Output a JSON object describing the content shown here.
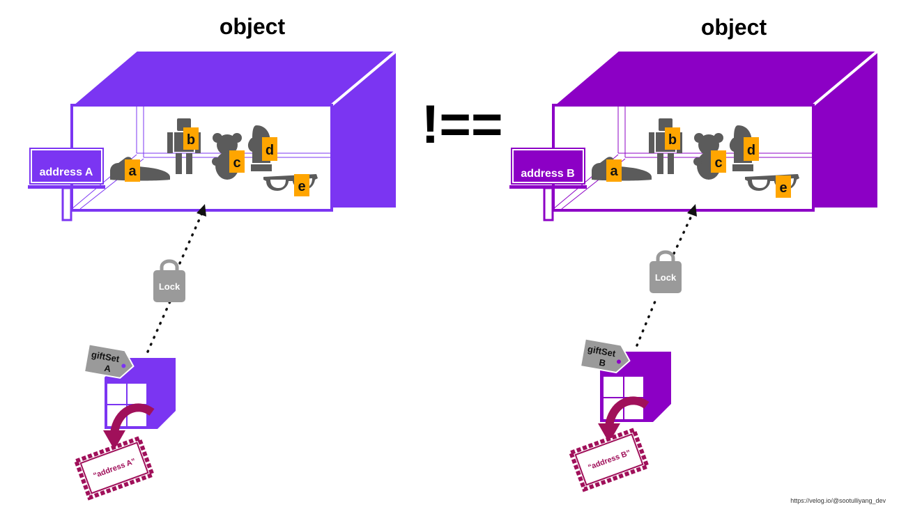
{
  "left": {
    "title": "object",
    "address_sign": "address A",
    "items": [
      "a",
      "b",
      "c",
      "d",
      "e"
    ],
    "lock": "Lock",
    "tag_line1": "giftSet",
    "tag_line2": "A",
    "stamp": "“address A”",
    "color": "#7b35f2"
  },
  "right": {
    "title": "object",
    "address_sign": "address B",
    "items": [
      "a",
      "b",
      "c",
      "d",
      "e"
    ],
    "lock": "Lock",
    "tag_line1": "giftSet",
    "tag_line2": "B",
    "stamp": "“address B”",
    "color": "#8c00c5"
  },
  "operator": "!==",
  "footer": "https://velog.io/@sootulliyang_dev",
  "colors": {
    "label_bg": "#ffa500",
    "icon_gray": "#5b5b5b",
    "lock_gray": "#9a9a9a",
    "stamp_red": "#a0105a"
  }
}
